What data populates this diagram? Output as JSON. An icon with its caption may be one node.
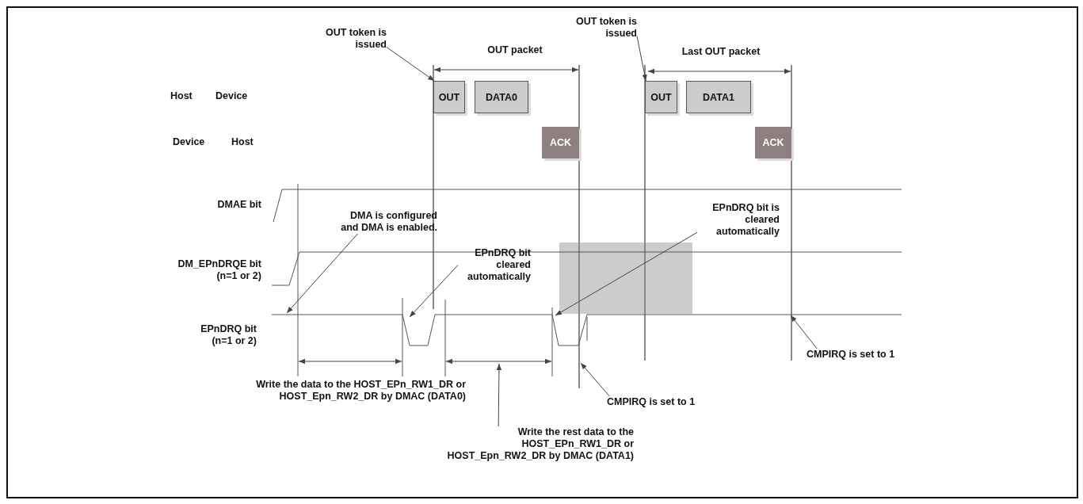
{
  "diagram": {
    "nodes": [
      {
        "text": [
          "OUT token is issued"
        ]
      },
      {
        "text": [
          "OUT token is issued"
        ]
      },
      {
        "text": [
          "OUT"
        ]
      },
      {
        "text": [
          "DATA0"
        ]
      },
      {
        "text": [
          "OUT"
        ]
      },
      {
        "text": [
          "DATA1"
        ]
      },
      {
        "text": [
          "ACK"
        ]
      },
      {
        "text": [
          "ACK"
        ]
      },
      {
        "text": [
          "EPnDRQ bit is cleared automatically"
        ]
      },
      {
        "text": [
          "DMA is configured and DMA is enabled."
        ]
      },
      {
        "text": [
          "EPnDRQ bit cleared automatically"
        ]
      },
      {
        "text": [
          "CMPIRQ is set to 1"
        ]
      },
      {
        "text": [
          "CMPIRQ is set to 1"
        ]
      },
      {
        "text": [
          "Write the rest data to the HOST_EPn_RW1_DR or HOST_Epn_RW2_DR by DMAC (DATA1)"
        ]
      }
    ],
    "edges": [
      {
        "from": 0,
        "to": 2,
        "arrow": "to"
      },
      {
        "from": 1,
        "to": 4,
        "arrow": "to"
      },
      {
        "from": 8,
        "to": null,
        "arrow": "to"
      },
      {
        "from": 9,
        "to": null,
        "arrow": "to"
      },
      {
        "from": 10,
        "to": null,
        "arrow": "to"
      },
      {
        "from": 11,
        "to": null,
        "arrow": "to"
      },
      {
        "from": 12,
        "to": null,
        "arrow": "to"
      },
      {
        "from": 13,
        "to": null,
        "arrow": "to"
      }
    ],
    "labels": [
      "OUT packet",
      "Last OUT packet",
      "Host",
      "Device",
      "Device",
      "Host",
      "DMAE bit",
      "DM_EPnDRQE bit (n=1 or 2)",
      "EPnDRQ bit (n=1 or 2)",
      "Write the data to the HOST_EPn_RW1_DR or HOST_Epn_RW2_DR by DMAC (DATA0)"
    ]
  }
}
